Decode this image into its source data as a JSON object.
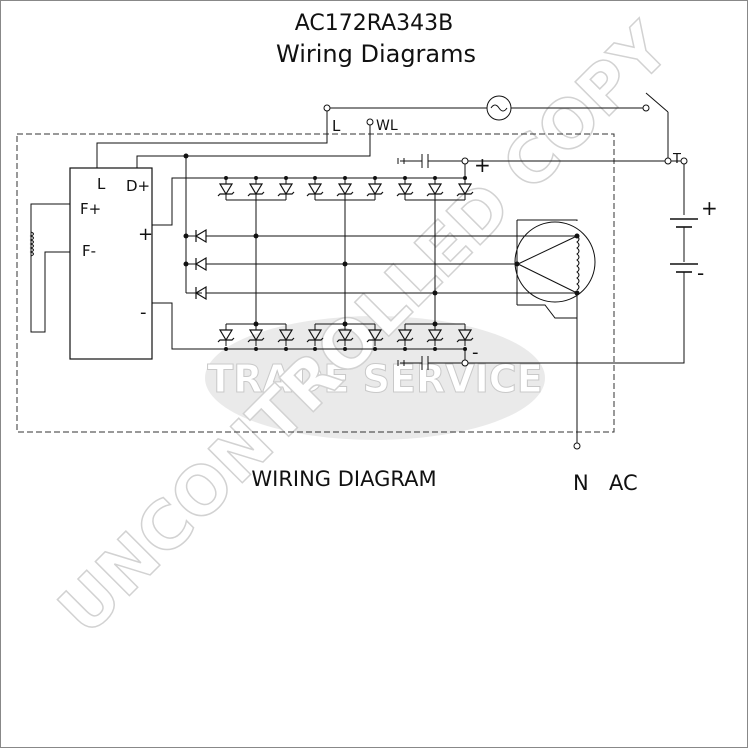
{
  "header": {
    "model": "AC172RA343B",
    "subtitle": "Wiring Diagrams"
  },
  "terminals": {
    "l_ext": "L",
    "wl_ext": "WL",
    "l_reg": "L",
    "dplus": "D+",
    "fplus": "F+",
    "fminus": "F-",
    "reg_plus": "+",
    "reg_minus": "-",
    "out_plus": "+",
    "out_minus": "-",
    "switch_t": "T",
    "battery_plus": "+",
    "battery_minus": "-"
  },
  "caption": "WIRING DIAGRAM",
  "labels": {
    "n": "N",
    "ac": "AC"
  },
  "watermark": {
    "diagonal": "UNCONTROLLED COPY",
    "stamp": "TRADE SERVICE"
  },
  "colors": {
    "line": "#111111",
    "dashed_box": "#333333",
    "watermark": "#d0d0d0"
  }
}
